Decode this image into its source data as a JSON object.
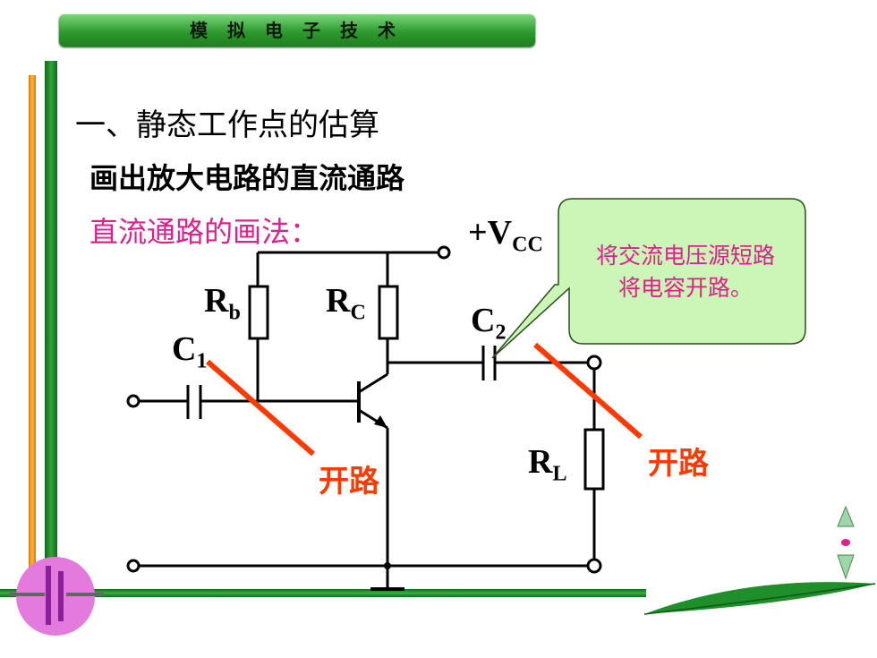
{
  "header": {
    "title": "模拟电子技术"
  },
  "section": {
    "heading": "一、静态工作点的估算",
    "subheading": "画出放大电路的直流通路",
    "method_label": "直流通路的画法："
  },
  "circuit": {
    "vcc_label": "+V",
    "vcc_sub": "CC",
    "rb_label": "R",
    "rb_sub": "b",
    "rc_label": "R",
    "rc_sub": "C",
    "c1_label": "C",
    "c1_sub": "1",
    "c2_label": "C",
    "c2_sub": "2",
    "rl_label": "R",
    "rl_sub": "L",
    "open_left": "开路",
    "open_right": "开路"
  },
  "callout": {
    "line1": "将交流电压源短路",
    "line2": "将电容开路。"
  },
  "colors": {
    "accent_pink": "#e0208a",
    "open_red": "#ff3a00",
    "callout_fill": "#ccf5b8",
    "header_green": "#2f9a2f"
  },
  "nav": {
    "icons": [
      "triangle-up-icon",
      "dot-icon",
      "triangle-down-icon"
    ]
  }
}
